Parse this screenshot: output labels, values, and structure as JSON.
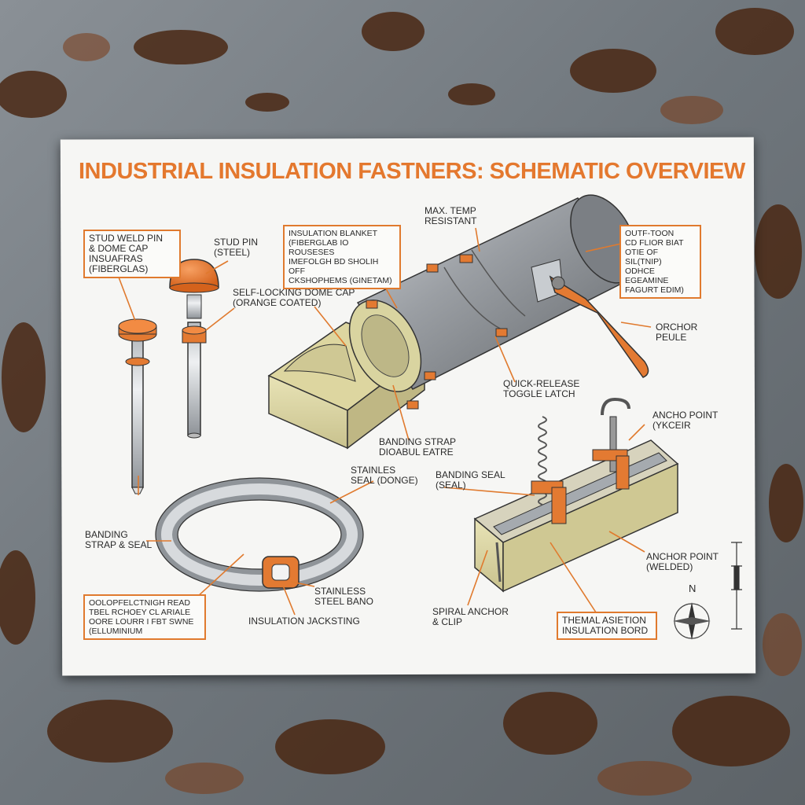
{
  "sheet": {
    "title": "INDUSTRIAL INSULATION FASTNERS: SCHEMATIC OVERVIEW",
    "accent_color": "#e4782e",
    "background": "rusted-metal-texture",
    "labels": {
      "stud_weld_pin": "STUD WELD PIN\n& DOME CAP\nINSUAFRAS\n(FIBERGLAS)",
      "stud_pin": "STUD PIN\n(STEEL)",
      "dome_cap": "SELF-LOCKING DOME CAP\n(ORANGE COATED)",
      "insulation_blanket": "INSULATION BLANKET\n(FIBERGLAB IO ROUSESES\nIMEFOLGH BD SHOLIH OFF\nCKSHOPHEMS (GINETAM)",
      "max_temp": "MAX. TEMP\nRESISTANT",
      "top_right_box": "OUTF-TOON\nCD FLIOR BIAT\nOTIE OF SIL(TNIP)\nODHCE EGEAMINE\nFAGURT EDIM)",
      "orchor_peule": "ORCHOR\nPEULE",
      "toggle_latch": "QUICK-RELEASE\nTOGGLE LATCH",
      "banding_strap_center": "BANDING STRAP\nDIOABUL EATRE",
      "anchor_point_top": "ANCHO POINT\n(YKCEIR",
      "stainless_seal": "STAINLES\nSEAL (DONGE)",
      "banding_seal": "BANDING SEAL\n(SEAL)",
      "banding_strap_seal": "BANDING\nSTRAP & SEAL",
      "anchor_point_welded": "ANCHOR POINT\n(WELDED)",
      "jacketing_box": "OOLOPFELCTNIGH READ\nTBEL RCHOEY CL ARIALE\nOORE LOURR I FBT SWNE\n(ELLUMINIUM",
      "stainless_band": "STAINLESS\nSTEEL BANO",
      "insulation_jacksting": "INSULATION JACKSTING",
      "spiral_anchor": "SPIRAL ANCHOR\n& CLIP",
      "thermal_board": "THEMAL ASIETION\nINSULATION BORD",
      "compass_n": "N"
    }
  }
}
